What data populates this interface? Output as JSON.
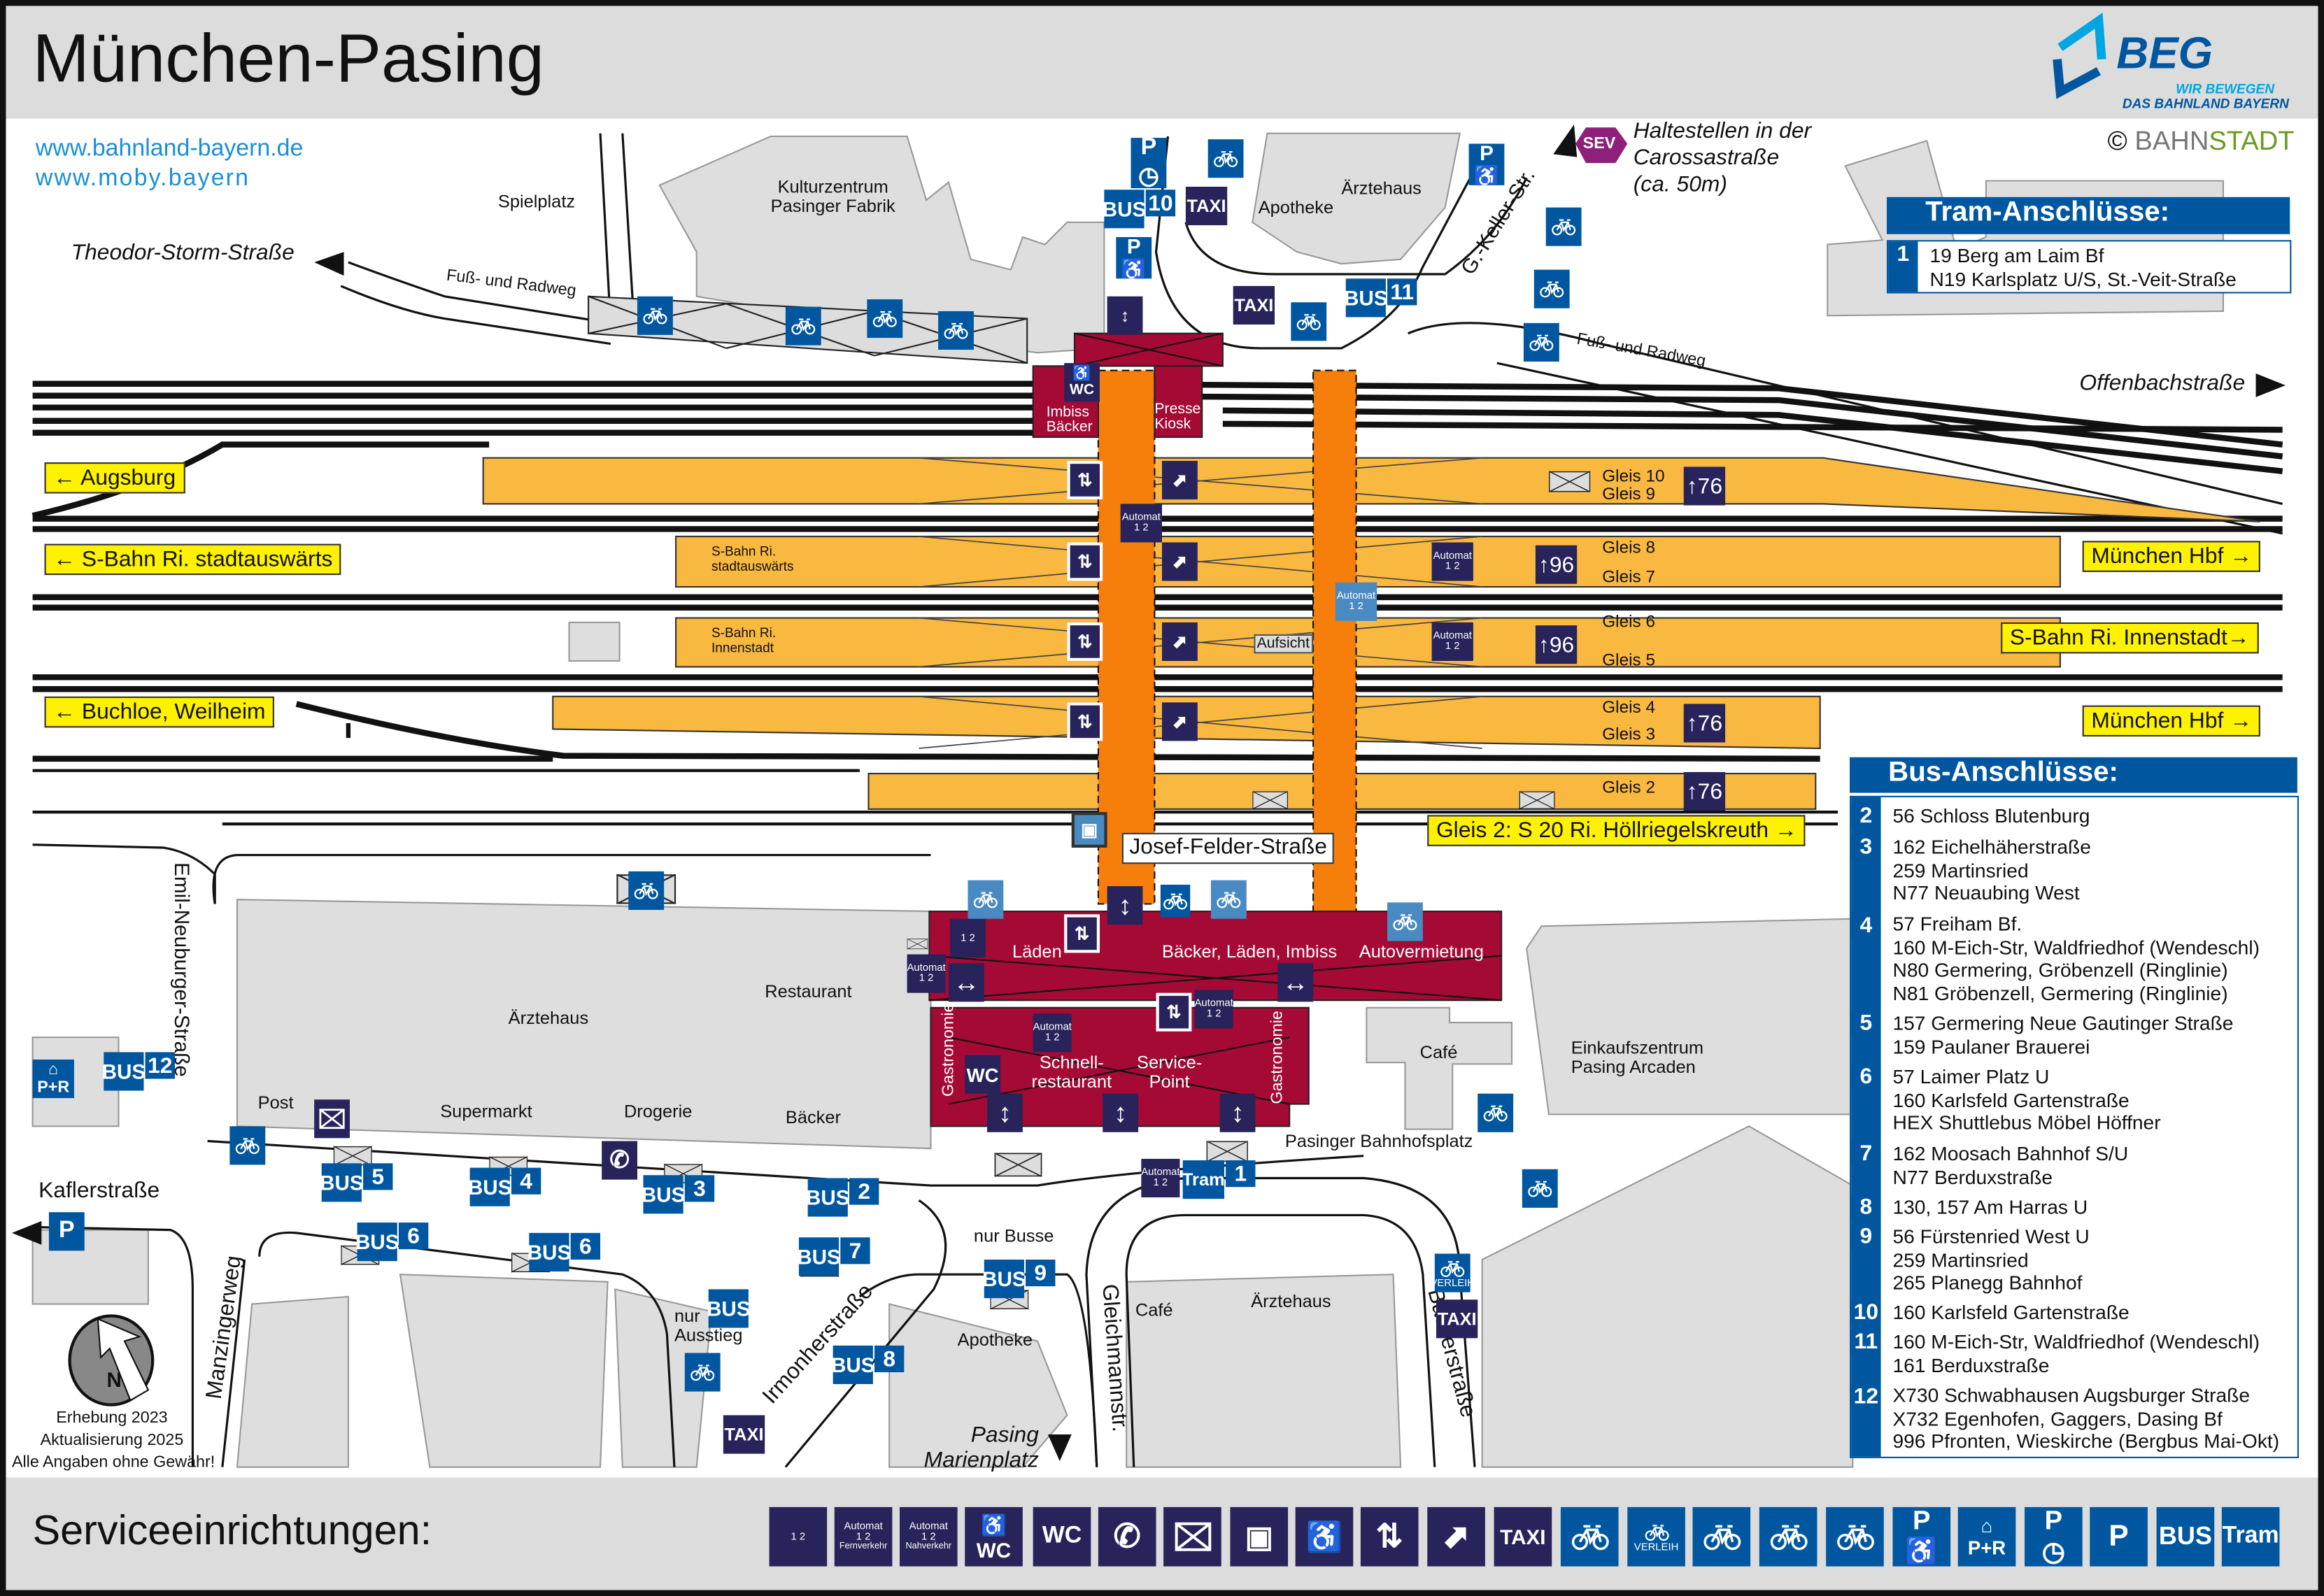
{
  "header": {
    "title": "München-Pasing",
    "logo": {
      "name": "BEG",
      "tagline1": "WIR BEWEGEN",
      "tagline2": "DAS BAHNLAND BAYERN"
    }
  },
  "links": [
    "www.bahnland-bayern.de",
    "www.moby.bayern"
  ],
  "copyright": {
    "symbol": "©",
    "part1": "BAHN",
    "part2": "STADT"
  },
  "sev": {
    "badge": "SEV",
    "lines": [
      "Haltestellen in der",
      "Carossastraße",
      "(ca. 50m)"
    ]
  },
  "streets": {
    "theodor": "Theodor-Storm-Straße",
    "radweg": "Fuß- und Radweg",
    "keller": "G.-Keller-Str.",
    "offenbach": "Offenbachstraße",
    "josef": "Josef-Felder-Straße",
    "emil": "Emil-Neuburger-Straße",
    "kafler": "Kaflerstraße",
    "manzinger": "Manzingerweg",
    "irmonher": "Irmonherstraße",
    "gleichmann": "Gleichmannstr.",
    "baecker": "Bäckerstraße",
    "bahnhofsplatz": "Pasinger Bahnhofsplatz",
    "marienplatz": [
      "Pasing",
      "Marienplatz"
    ]
  },
  "places": {
    "spielplatz": "Spielplatz",
    "kultur": [
      "Kulturzentrum",
      "Pasinger Fabrik"
    ],
    "apotheke": "Apotheke",
    "aerztehaus": "Ärztehaus",
    "restaurant": "Restaurant",
    "post": "Post",
    "supermarkt": "Supermarkt",
    "drogerie": "Drogerie",
    "baecker": "Bäcker",
    "cafe": "Café",
    "einkauf": [
      "Einkaufszentrum",
      "Pasing Arcaden"
    ],
    "nur_busse": "nur Busse",
    "nur_ausstieg": [
      "nur",
      "Ausstieg"
    ]
  },
  "directions": {
    "augsburg": "← Augsburg",
    "sbahn_out": "← S-Bahn Ri. stadtauswärts",
    "buchloe": "← Buchloe, Weilheim",
    "hbf1": "München Hbf →",
    "sbahn_in": "S-Bahn Ri. Innenstadt→",
    "hbf2": "München Hbf →",
    "gleis2": "Gleis 2: S 20 Ri. Höllriegelskreuth →"
  },
  "platforms": {
    "gleise": [
      "Gleis 10",
      "Gleis 9",
      "Gleis 8",
      "Gleis 7",
      "Gleis 6",
      "Gleis 5",
      "Gleis 4",
      "Gleis 3",
      "Gleis 2"
    ],
    "sbahn_out": [
      "S-Bahn Ri.",
      "stadtauswärts"
    ],
    "sbahn_in": [
      "S-Bahn Ri.",
      "Innenstadt"
    ],
    "steps": [
      "76",
      "96",
      "96",
      "76",
      "76"
    ],
    "aufsicht": "Aufsicht"
  },
  "station": {
    "imbiss": [
      "Imbiss",
      "Bäcker"
    ],
    "presse": [
      "Presse",
      "Kiosk"
    ],
    "laeden": "Läden",
    "baecker": "Bäcker, Läden, Imbiss",
    "autovermietung": "Autovermietung",
    "gastronomie": "Gastronomie",
    "schnell": [
      "Schnell-",
      "restaurant"
    ],
    "service": [
      "Service-",
      "Point"
    ]
  },
  "icons": {
    "bus": "BUS",
    "taxi": "TAXI",
    "wc": "WC",
    "p": "P",
    "automat": "Automat",
    "tram": "Tram",
    "verleih": "VERLEIH",
    "pr": "P+R",
    "fern": "Fernverkehr",
    "nah": "Nahverkehr",
    "ticket": "1 2",
    "bus_numbers": [
      "10",
      "11",
      "12",
      "5",
      "4",
      "3",
      "2",
      "6",
      "6",
      "7",
      "9",
      "8"
    ],
    "tram_number": "1"
  },
  "tram": {
    "title": "Tram-Anschlüsse:",
    "rows": [
      {
        "stop": "1",
        "lines": [
          "19 Berg am Laim Bf",
          "N19 Karlsplatz U/S, St.-Veit-Straße"
        ]
      }
    ]
  },
  "bus": {
    "title": "Bus-Anschlüsse:",
    "rows": [
      {
        "stop": "2",
        "lines": [
          "56 Schloss Blutenburg"
        ]
      },
      {
        "stop": "3",
        "lines": [
          "162 Eichelhäherstraße",
          "259 Martinsried",
          "N77 Neuaubing West"
        ]
      },
      {
        "stop": "4",
        "lines": [
          "57 Freiham Bf.",
          "160 M-Eich-Str, Waldfriedhof (Wendeschl)",
          "N80 Germering, Gröbenzell (Ringlinie)",
          "N81 Gröbenzell, Germering (Ringlinie)"
        ]
      },
      {
        "stop": "5",
        "lines": [
          "157 Germering Neue Gautinger Straße",
          "159 Paulaner Brauerei"
        ]
      },
      {
        "stop": "6",
        "lines": [
          "57 Laimer Platz U",
          "160 Karlsfeld Gartenstraße",
          "HEX Shuttlebus Möbel Höffner"
        ]
      },
      {
        "stop": "7",
        "lines": [
          "162 Moosach Bahnhof S/U",
          "N77 Berduxstraße"
        ]
      },
      {
        "stop": "8",
        "lines": [
          "130, 157 Am Harras U"
        ]
      },
      {
        "stop": "9",
        "lines": [
          "56 Fürstenried West U",
          "259 Martinsried",
          "265 Planegg Bahnhof"
        ]
      },
      {
        "stop": "10",
        "lines": [
          "160 Karlsfeld Gartenstraße"
        ]
      },
      {
        "stop": "11",
        "lines": [
          "160 M-Eich-Str, Waldfriedhof (Wendeschl)",
          "161 Berduxstraße"
        ]
      },
      {
        "stop": "12",
        "lines": [
          "X730 Schwabhausen Augsburger Straße",
          "X732 Egenhofen, Gaggers, Dasing Bf",
          "996 Pfronten, Wieskirche (Bergbus Mai-Okt)"
        ]
      }
    ]
  },
  "notes": [
    "Erhebung 2023",
    "Aktualisierung 2025",
    "Alle Angaben ohne Gewähr!"
  ],
  "north": "N",
  "footer": {
    "title": "Serviceeinrichtungen:"
  },
  "colors": {
    "platform": "#f9b840",
    "underpass": "#f57f0a",
    "building": "#a50a35",
    "icon_dark": "#28235a",
    "icon_blue": "#0057a0",
    "direction": "#fff200",
    "sev": "#8e1f7a"
  }
}
